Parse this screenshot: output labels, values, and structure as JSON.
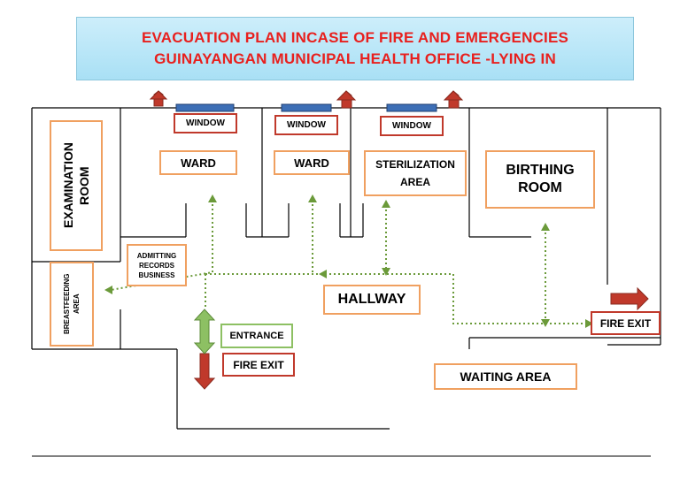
{
  "title": {
    "line1": "EVACUATION PLAN INCASE OF FIRE AND EMERGENCIES",
    "line2": "GUINAYANGAN MUNICIPAL HEALTH OFFICE -LYING IN"
  },
  "rooms": {
    "examination": "EXAMINATION ROOM",
    "ward_1": "WARD",
    "ward_2": "WARD",
    "sterilization": "STERILIZATION AREA",
    "birthing": "BIRTHING ROOM",
    "admitting": "ADMITTING RECORDS BUSINESS",
    "breastfeeding": "BREASTFEEDING AREA",
    "hallway": "HALLWAY",
    "waiting": "WAITING AREA"
  },
  "windows": [
    "WINDOW",
    "WINDOW",
    "WINDOW"
  ],
  "entrance": "ENTRANCE",
  "fire_exits": [
    "FIRE EXIT",
    "FIRE EXIT"
  ],
  "colors": {
    "title_text": "#e8201e",
    "banner": "#a9e0f5",
    "room_border": "#f0a060",
    "exit_border": "#c0392b",
    "exit_arrow": "#c0392b",
    "entrance_border": "#8dc063",
    "route_dotted": "#6b9a3a",
    "window_fill": "#3d6fb6"
  }
}
